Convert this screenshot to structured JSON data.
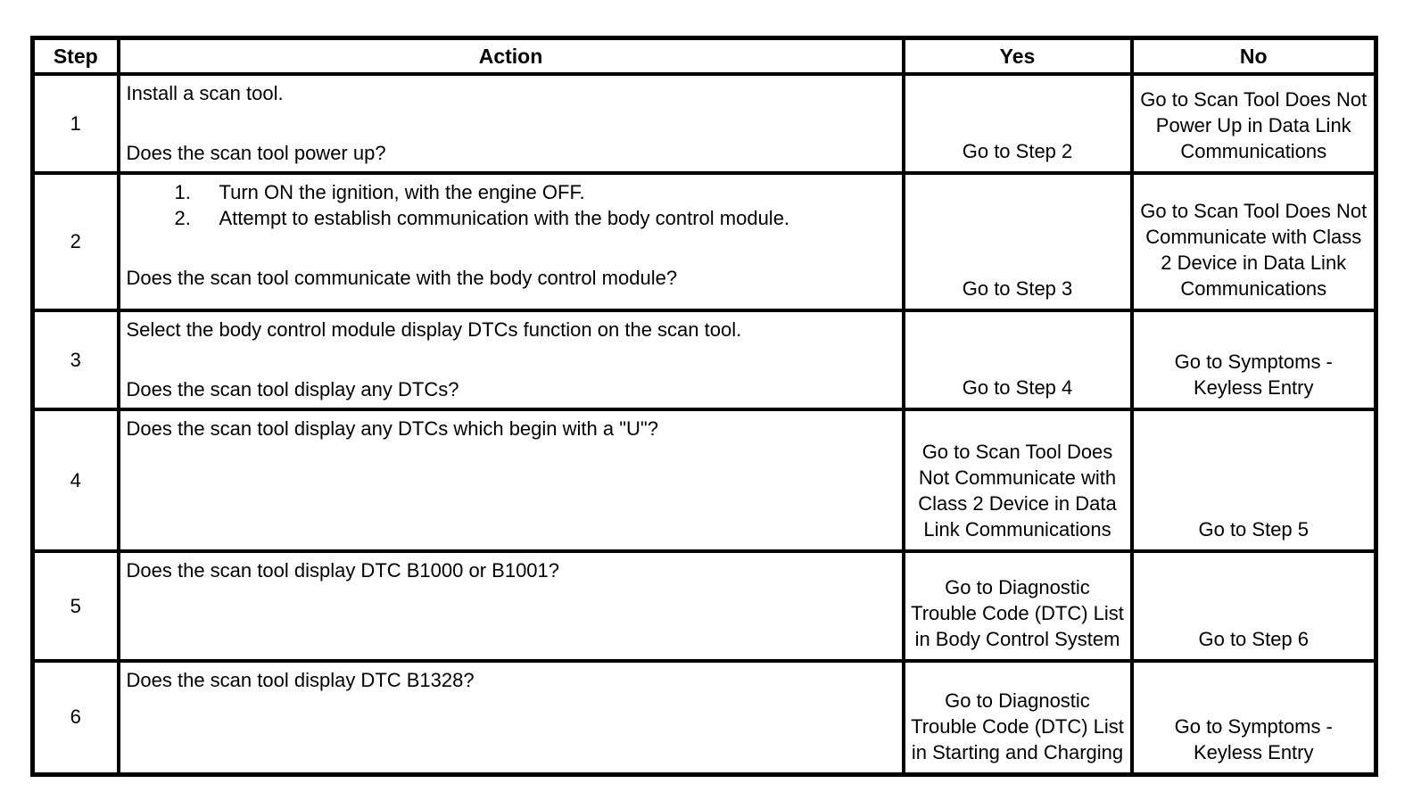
{
  "colors": {
    "page_background": "#ffffff",
    "table_border": "#000000",
    "text": "#000000"
  },
  "table": {
    "headers": [
      "Step",
      "Action",
      "Yes",
      "No"
    ],
    "rows": [
      {
        "step": "1",
        "action_intro": "Install a scan tool.",
        "question": "Does the scan tool power up?",
        "yes": "Go to Step 2",
        "no": "Go to Scan Tool Does Not Power Up in Data Link Communications"
      },
      {
        "step": "2",
        "action_list": [
          {
            "num": "1.",
            "text": "Turn ON the ignition, with the engine OFF."
          },
          {
            "num": "2.",
            "text": "Attempt to establish communication with the body control module."
          }
        ],
        "question": "Does the scan tool communicate with the body control module?",
        "yes": "Go to Step 3",
        "no": "Go to Scan Tool Does Not Communicate with Class 2 Device in Data Link Communications"
      },
      {
        "step": "3",
        "action_intro": "Select the body control module display DTCs function on the scan tool.",
        "question": "Does the scan tool display any DTCs?",
        "yes": "Go to Step 4",
        "no": "Go to Symptoms - Keyless Entry"
      },
      {
        "step": "4",
        "question": "Does the scan tool display any DTCs which begin with a \"U\"?",
        "yes": "Go to Scan Tool Does Not Communicate with Class 2 Device in Data Link Communications",
        "no": "Go to Step 5"
      },
      {
        "step": "5",
        "question": "Does the scan tool display DTC B1000 or B1001?",
        "yes": "Go to Diagnostic Trouble Code (DTC) List in Body Control System",
        "no": "Go to Step 6"
      },
      {
        "step": "6",
        "question": "Does the scan tool display DTC B1328?",
        "yes": "Go to Diagnostic Trouble Code (DTC) List in Starting and Charging",
        "no": "Go to Symptoms - Keyless Entry"
      }
    ]
  }
}
